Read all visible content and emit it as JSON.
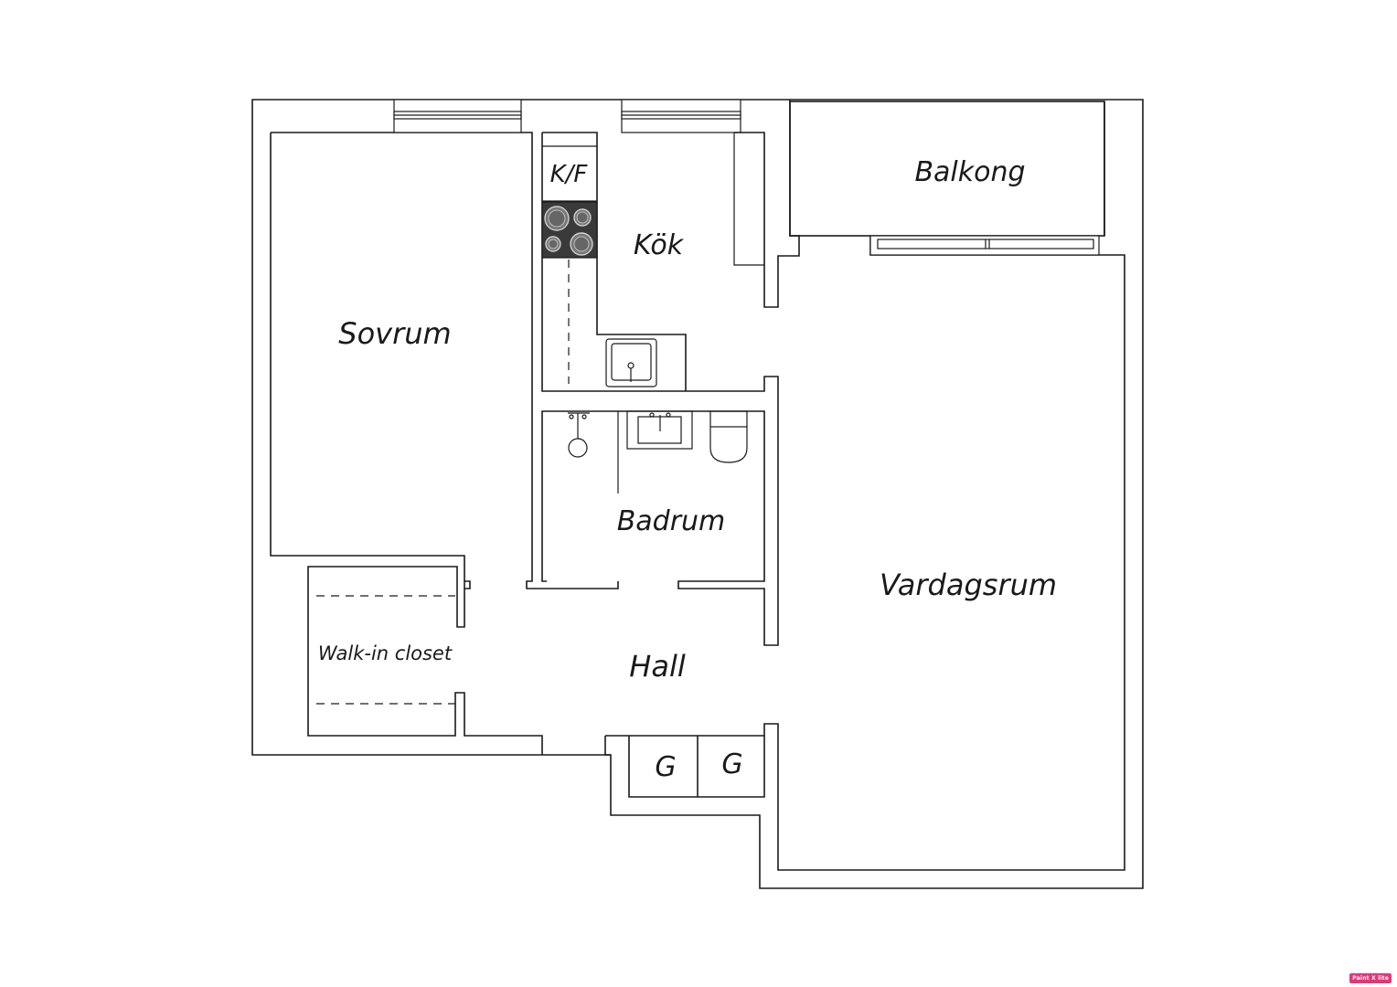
{
  "rooms": {
    "sovrum": "Sovrum",
    "kok": "Kök",
    "kf": "K/F",
    "balkong": "Balkong",
    "badrum": "Badrum",
    "vardagsrum": "Vardagsrum",
    "walkin": "Walk-in closet",
    "hall": "Hall",
    "g1": "G",
    "g2": "G"
  },
  "watermark": "Paint X lite",
  "colors": {
    "line": "#1a1a1a",
    "stove": "#3a3a3a",
    "badge": "#e8347a"
  }
}
